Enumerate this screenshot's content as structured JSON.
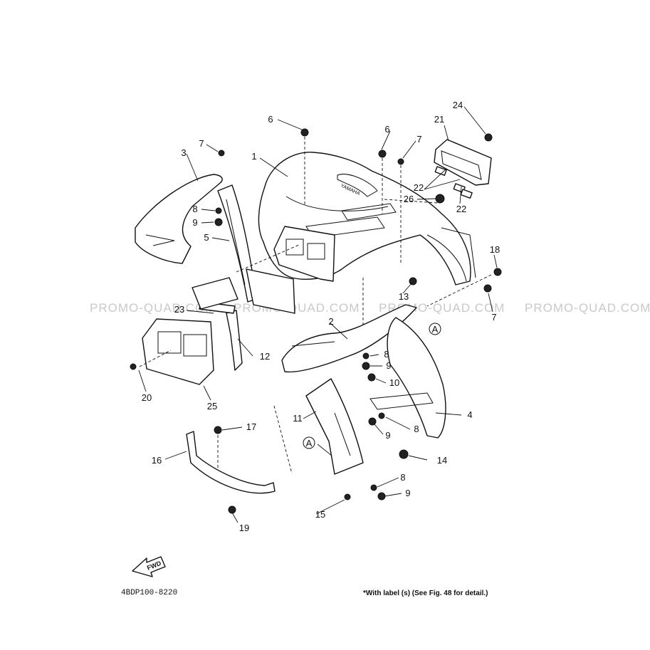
{
  "diagram": {
    "part_code": "4BDP100-8220",
    "footnote": "*With label (s) (See Fig. 48 for detail.)",
    "fwd_label": "FWD",
    "watermark": "PROMO-QUAD.COM",
    "ref_marker": "A"
  },
  "callouts": [
    {
      "id": "c1",
      "text": "1"
    },
    {
      "id": "c2",
      "text": "2"
    },
    {
      "id": "c3",
      "text": "3"
    },
    {
      "id": "c4",
      "text": "4"
    },
    {
      "id": "c5",
      "text": "5"
    },
    {
      "id": "c6a",
      "text": "6"
    },
    {
      "id": "c6b",
      "text": "6"
    },
    {
      "id": "c7a",
      "text": "7"
    },
    {
      "id": "c7b",
      "text": "7"
    },
    {
      "id": "c7c",
      "text": "7"
    },
    {
      "id": "c8a",
      "text": "8"
    },
    {
      "id": "c8b",
      "text": "8"
    },
    {
      "id": "c8c",
      "text": "8"
    },
    {
      "id": "c8d",
      "text": "8"
    },
    {
      "id": "c9a",
      "text": "9"
    },
    {
      "id": "c9b",
      "text": "9"
    },
    {
      "id": "c9c",
      "text": "9"
    },
    {
      "id": "c9d",
      "text": "9"
    },
    {
      "id": "c10",
      "text": "10"
    },
    {
      "id": "c11",
      "text": "11"
    },
    {
      "id": "c12",
      "text": "12"
    },
    {
      "id": "c13",
      "text": "13"
    },
    {
      "id": "c14",
      "text": "14"
    },
    {
      "id": "c15",
      "text": "15"
    },
    {
      "id": "c16",
      "text": "16"
    },
    {
      "id": "c17",
      "text": "17"
    },
    {
      "id": "c18",
      "text": "18"
    },
    {
      "id": "c19",
      "text": "19"
    },
    {
      "id": "c20",
      "text": "20"
    },
    {
      "id": "c21",
      "text": "21"
    },
    {
      "id": "c22a",
      "text": "22"
    },
    {
      "id": "c22b",
      "text": "22"
    },
    {
      "id": "c23",
      "text": "23"
    },
    {
      "id": "c24",
      "text": "24"
    },
    {
      "id": "c25",
      "text": "25"
    },
    {
      "id": "c26",
      "text": "26"
    }
  ]
}
